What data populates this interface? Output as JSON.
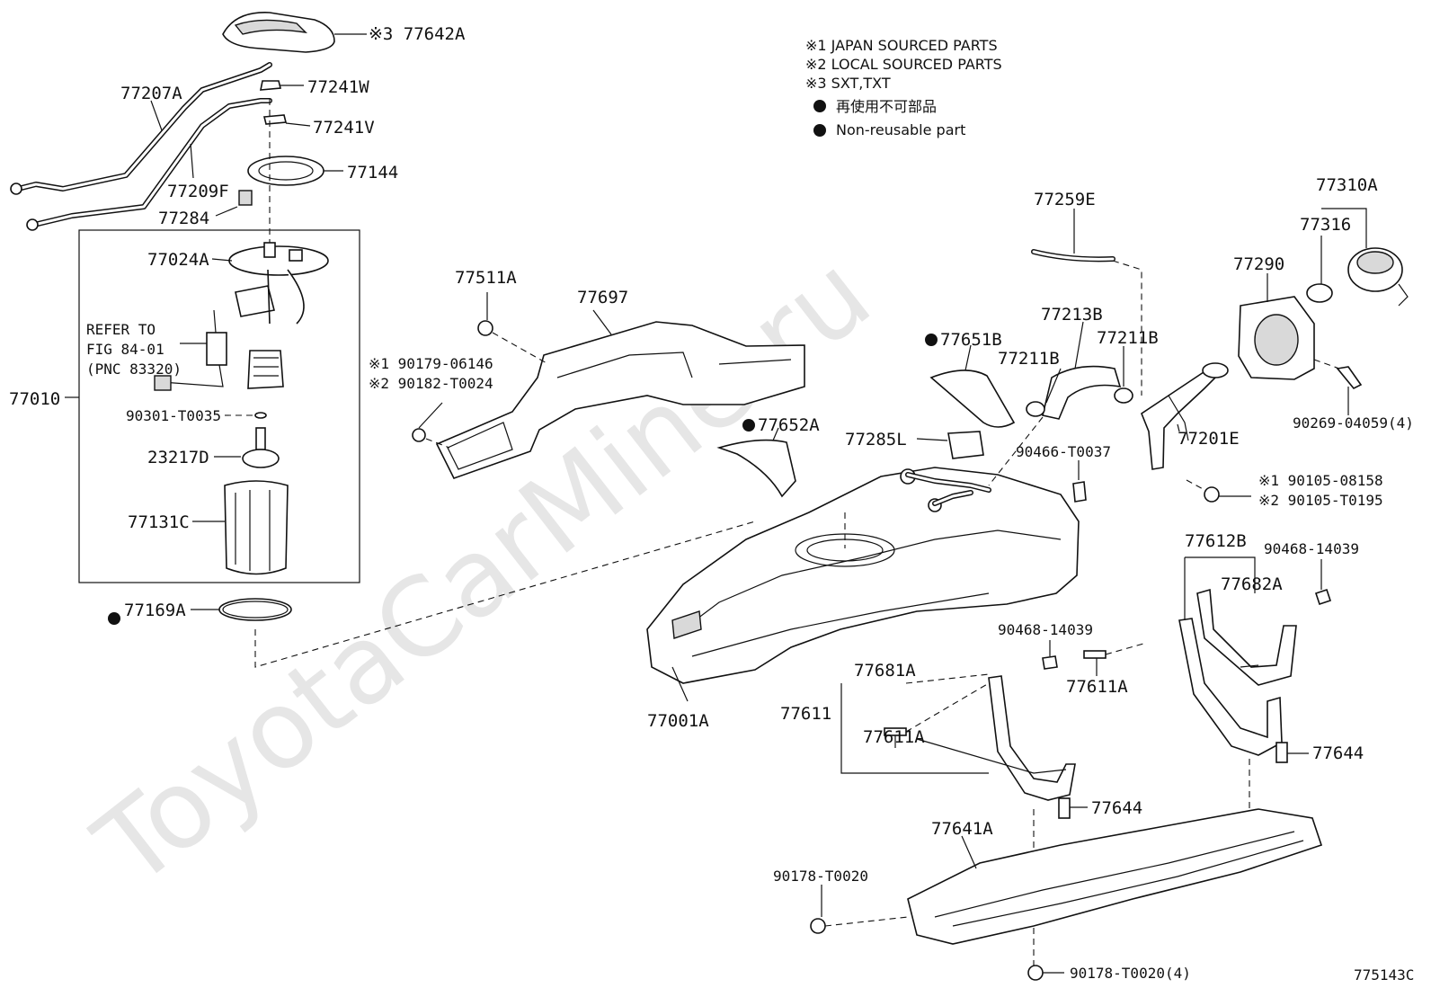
{
  "notes": {
    "japan": "※1 JAPAN SOURCED PARTS",
    "local": "※2 LOCAL SOURCED PARTS",
    "sxt": "※3 SXT,TXT",
    "nonreusable_jp": "再使用不可部品",
    "nonreusable_en": "Non-reusable part"
  },
  "watermark": "ToyotaCarMine.ru",
  "figure_code": "775143C",
  "refer": {
    "line1": "REFER TO",
    "line2": "FIG 84-01",
    "line3": "(PNC 83320)"
  },
  "labels": {
    "p77642A": "※3 77642A",
    "p77207A": "77207A",
    "p77241W": "77241W",
    "p77241V": "77241V",
    "p77144": "77144",
    "p77209F": "77209F",
    "p77284": "77284",
    "p77024A": "77024A",
    "p77010": "77010",
    "p90301": "90301-T0035",
    "p23217D": "23217D",
    "p77131C": "77131C",
    "p77169A": "77169A",
    "p77511A": "77511A",
    "p77697": "77697",
    "p90179": "※1 90179-06146",
    "p90182": "※2 90182-T0024",
    "p77651B": "77651B",
    "p77652A": "77652A",
    "p77285L": "77285L",
    "p77259E": "77259E",
    "p77213B": "77213B",
    "p77211B_a": "77211B",
    "p77211B_b": "77211B",
    "p90466": "90466-T0037",
    "p77201E": "77201E",
    "p77290": "77290",
    "p77310A": "77310A",
    "p77316": "77316",
    "p90269": "90269-04059(4)",
    "p90105": "※1 90105-08158",
    "p90105b": "※2 90105-T0195",
    "p77612B": "77612B",
    "p90468_a": "90468-14039",
    "p77682A": "77682A",
    "p90468_b": "90468-14039",
    "p77681A": "77681A",
    "p77611A_a": "77611A",
    "p77611": "77611",
    "p77611A_b": "77611A",
    "p77001A": "77001A",
    "p77644_a": "77644",
    "p77644_b": "77644",
    "p77641A": "77641A",
    "p90178_a": "90178-T0020",
    "p90178_b": "90178-T0020(4)"
  }
}
